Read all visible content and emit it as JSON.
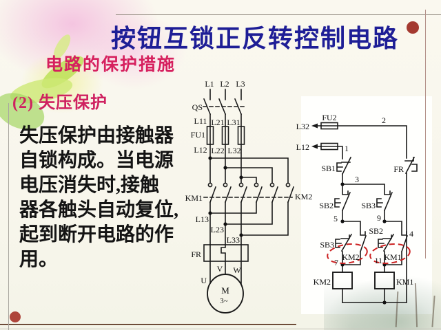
{
  "slide": {
    "title": "按钮互锁正反转控制电路",
    "subtitle": "电路的保护措施",
    "section_heading": "(2) 失压保护",
    "body_text": "失压保护由接触器\n自锁构成。当电源\n电压消失时,接触\n器各触头自动复位,\n起到断开电路的作\n用。"
  },
  "colors": {
    "title": "#1e1e96",
    "subtitle": "#d6205e",
    "heading": "#cf2160",
    "body": "#141414",
    "interlock_highlight": "#cc2222",
    "accent_dot": "#a43a30",
    "accent_dot2": "#ae453b"
  },
  "circuit": {
    "main": {
      "l1": "L1",
      "l2": "L2",
      "l3": "L3",
      "qs": "QS",
      "l11": "L11",
      "l21": "L21",
      "l31": "L31",
      "fu1": "FU1",
      "l12": "L12",
      "l22": "L22",
      "l32": "L32",
      "km1": "KM1",
      "km2": "KM2",
      "l13": "L13",
      "l23": "L23",
      "l33": "L33",
      "fr": "FR",
      "u": "U",
      "v": "V",
      "w": "W",
      "motor": "M",
      "motor_phase": "3~"
    },
    "control": {
      "fu2": "FU2",
      "l32": "L32",
      "l12": "L12",
      "wire1": "1",
      "wire2": "2",
      "wire3": "3",
      "wire4": "4",
      "wire5": "5",
      "wire7": "7",
      "wire9": "9",
      "wire11": "11",
      "sb1": "SB1",
      "fr": "FR",
      "sb2_start": "SB2",
      "sb3_start": "SB3",
      "sb3_nc": "SB3",
      "sb2_nc": "SB2",
      "km2_aux": "KM2",
      "km1_aux": "KM1",
      "km2_coil": "KM2",
      "km1_coil": "KM1"
    }
  }
}
